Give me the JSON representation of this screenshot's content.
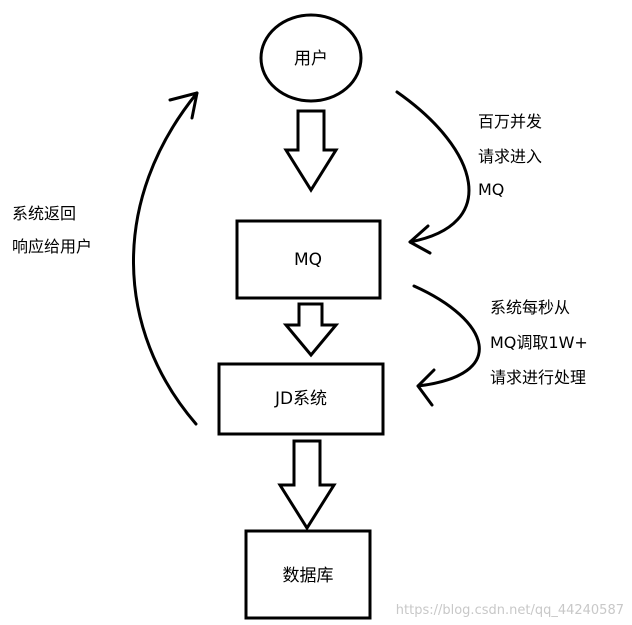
{
  "nodes": {
    "user": "用户",
    "mq": "MQ",
    "jd_system": "JD系统",
    "database": "数据库"
  },
  "annotations": {
    "user_to_mq": [
      "百万并发",
      "请求进入",
      "MQ"
    ],
    "mq_to_system": [
      "系统每秒从",
      "MQ调取1W+",
      "请求进行处理"
    ],
    "system_to_user": [
      "系统返回",
      "响应给用户"
    ]
  },
  "watermark": "https://blog.csdn.net/qq_44240587"
}
